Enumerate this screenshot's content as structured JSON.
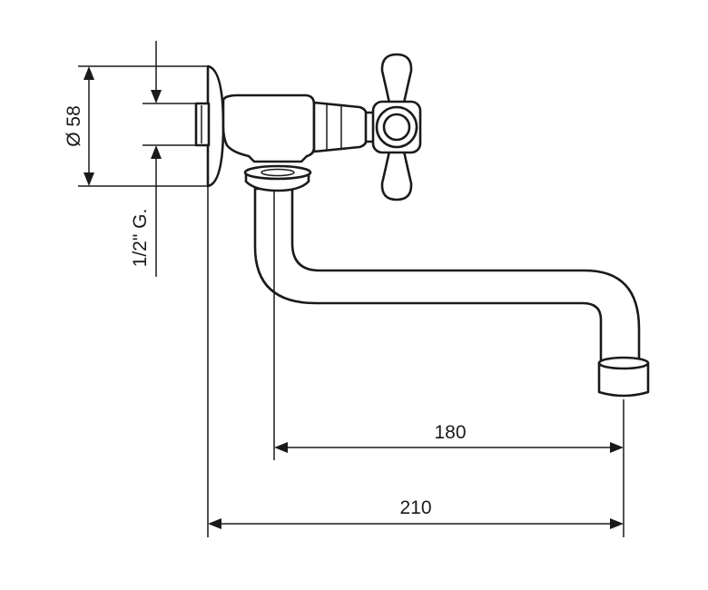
{
  "dimensions": {
    "spout_reach": "180",
    "total_reach": "210",
    "flange_diameter": "Ø 58",
    "thread": "1/2\" G."
  }
}
